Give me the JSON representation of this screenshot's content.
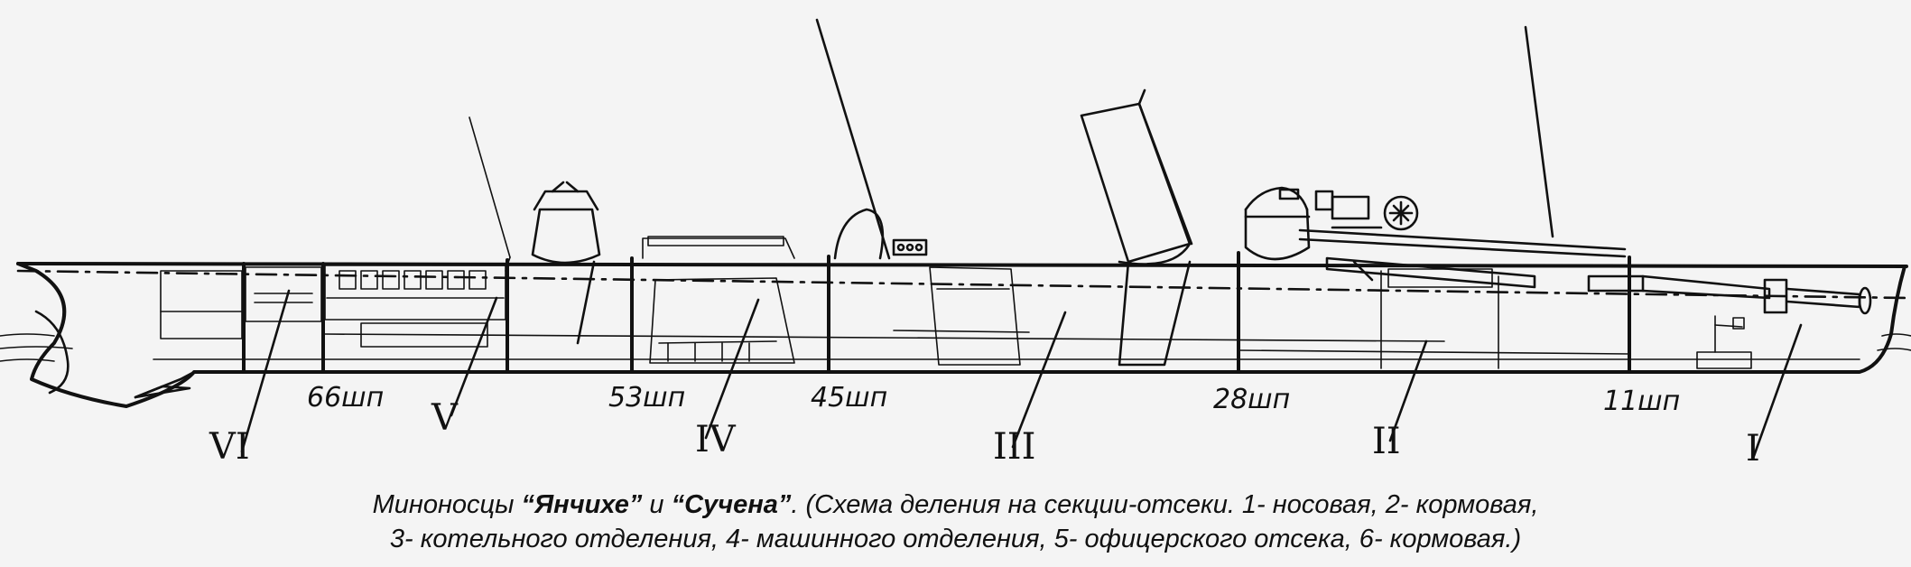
{
  "frame_labels": [
    "66шп",
    "53шп",
    "45шп",
    "28шп",
    "11шп"
  ],
  "section_numerals": [
    "VI",
    "V",
    "IV",
    "III",
    "II",
    "I"
  ],
  "caption": {
    "lead": "Миноносцы ",
    "ship1": "“Янчихе”",
    "conj": " и ",
    "ship2": "“Сучена”",
    "rest_line1": ". (Схема деления на секции-отсеки. 1- носовая, 2- кормовая,",
    "line2": "3- котельного отделения, 4- машинного отделения, 5- офицерского отсека, 6- кормовая.)"
  }
}
